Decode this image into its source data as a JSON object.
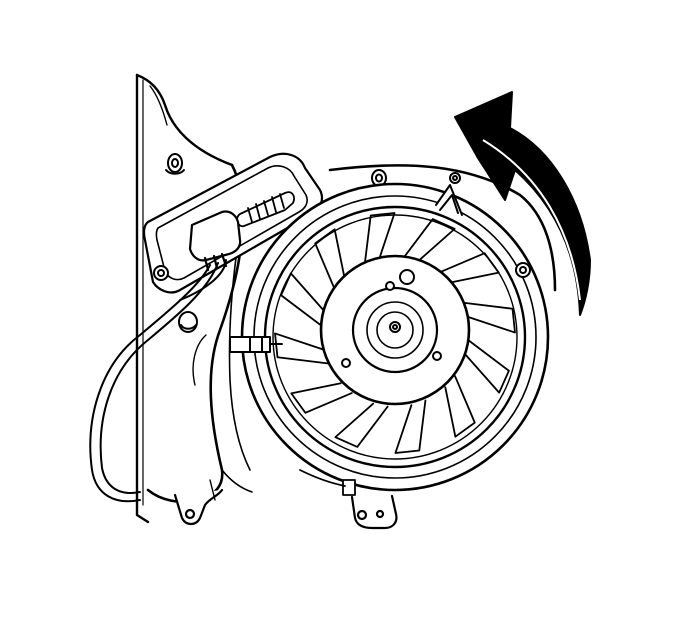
{
  "colors": {
    "ink": "#000000",
    "paper": "#ffffff"
  },
  "figure": {
    "subject": "blower-motor-assembly",
    "rotation_direction": "counterclockwise",
    "fan_blade_count": 12,
    "case_mounting_hole_count": 3
  }
}
